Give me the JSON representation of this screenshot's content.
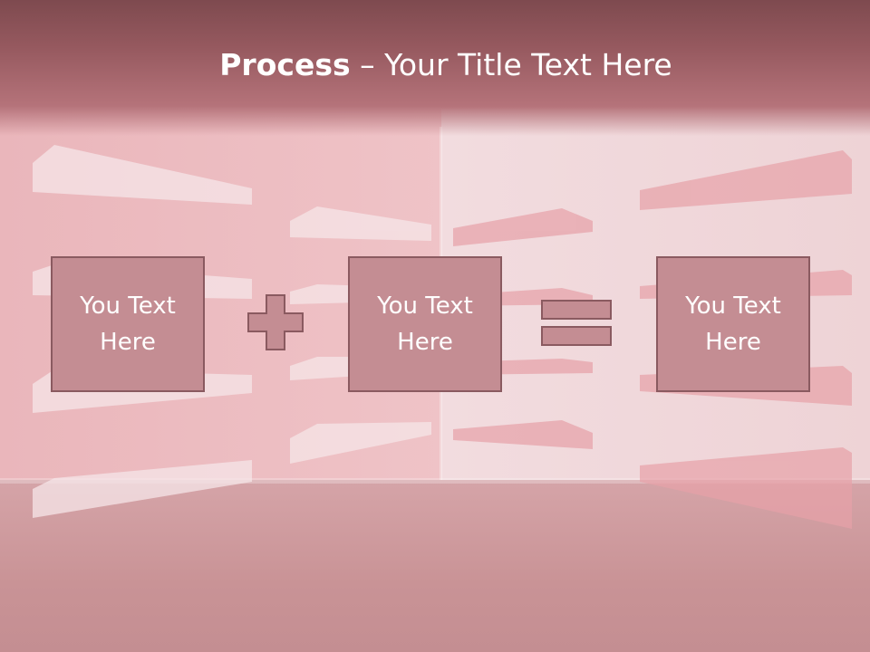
{
  "slide": {
    "title_bold": "Process",
    "title_rest": " – Your Title Text Here",
    "steps": [
      {
        "line1": "You Text",
        "line2": "Here"
      },
      {
        "line1": "You Text",
        "line2": "Here"
      },
      {
        "line1": "You Text",
        "line2": "Here"
      }
    ],
    "operators": [
      "plus-icon",
      "equals-icon"
    ]
  },
  "colors": {
    "header_dark": "#7e4a4f",
    "header_light": "#b5737a",
    "box_fill": "#c48d93",
    "box_border": "#8a5a60",
    "text": "#ffffff"
  }
}
